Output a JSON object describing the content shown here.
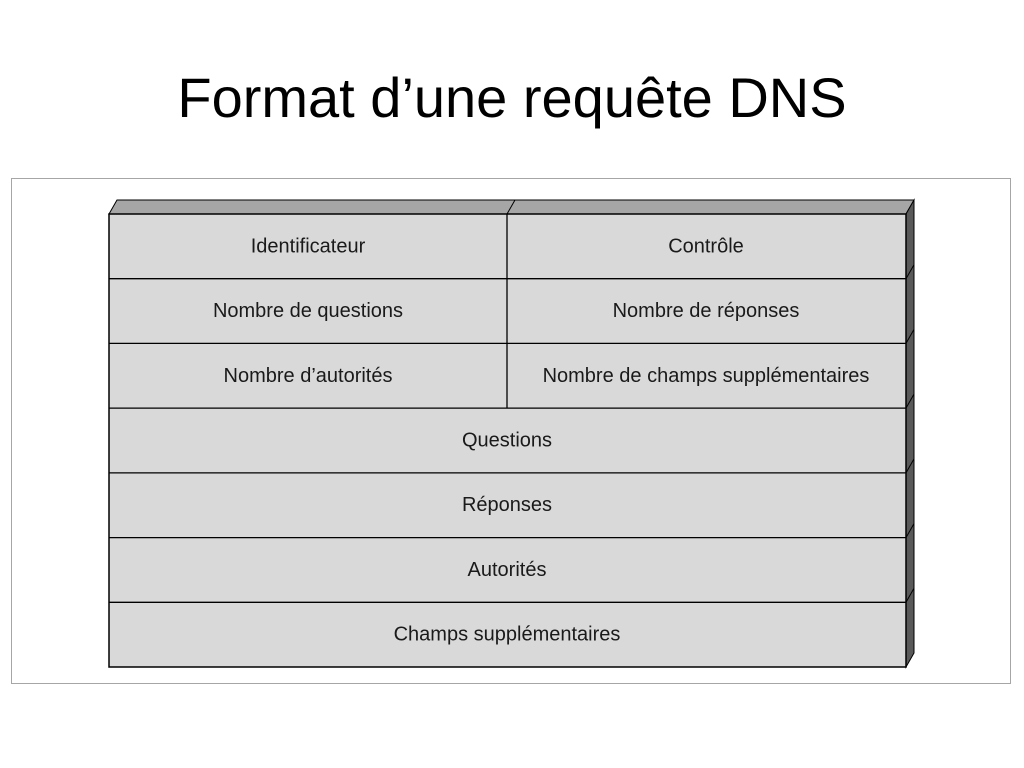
{
  "slide": {
    "title": "Format d’une requête DNS"
  },
  "diagram": {
    "colors": {
      "cell_fill": "#d9d9d9",
      "top_face": "#a6a6a6",
      "side_face": "#595959",
      "line": "#000000"
    },
    "split_rows": [
      {
        "left": "Identificateur",
        "right": "Contrôle"
      },
      {
        "left": "Nombre de questions",
        "right": "Nombre de réponses"
      },
      {
        "left": "Nombre d’autorités",
        "right": "Nombre de champs supplémentaires"
      }
    ],
    "full_rows": [
      "Questions",
      "Réponses",
      "Autorités",
      "Champs supplémentaires"
    ]
  }
}
